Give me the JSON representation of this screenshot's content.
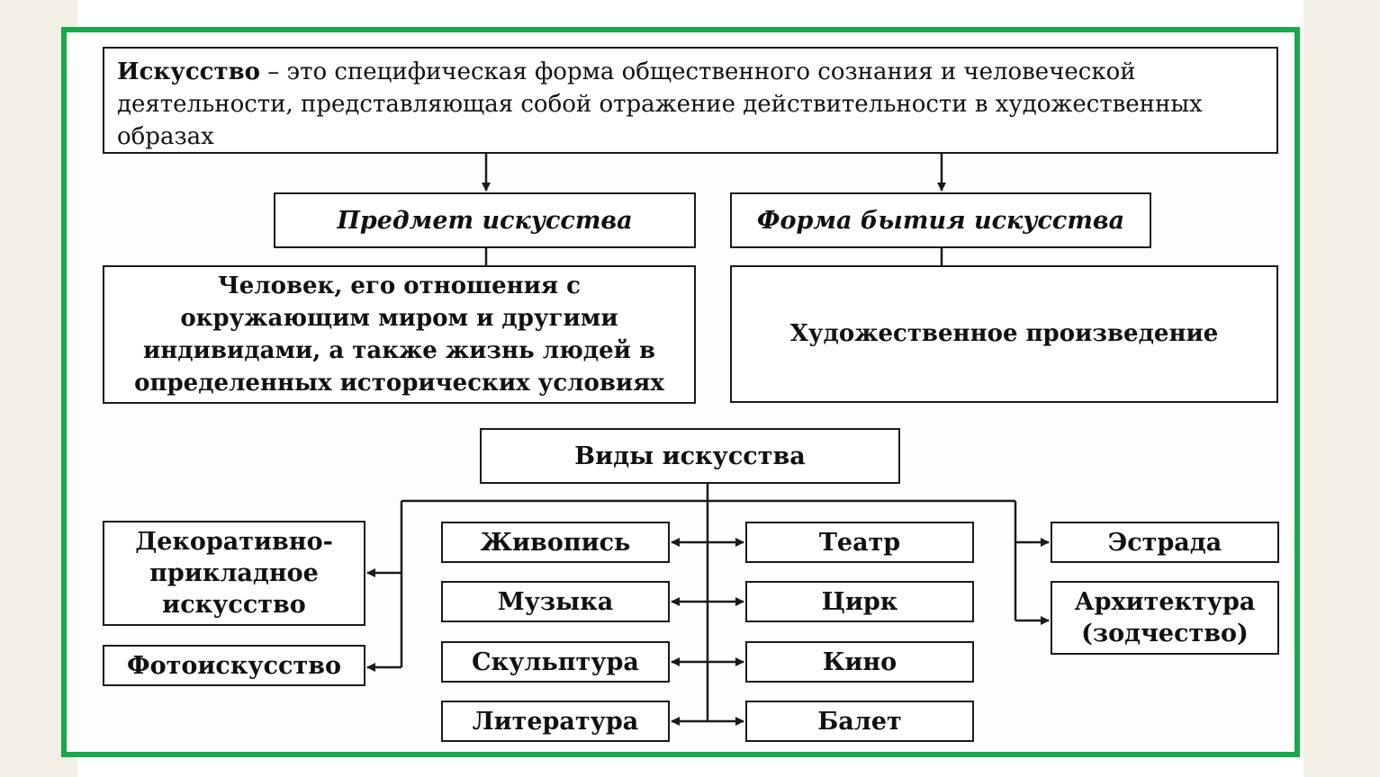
{
  "definition": {
    "term": "Искусство",
    "text": " – это специфическая форма общественного сознания и человеческой деятельности, представляющая собой отражение действительности в художественных образах"
  },
  "subject": {
    "title": "Предмет искусства",
    "text": "Человек, его отношения с окружающим миром и другими индивидами, а также жизнь людей в определенных исторических условиях"
  },
  "form": {
    "title": "Форма бытия искусства",
    "text": "Художественное произведение"
  },
  "kinds": {
    "title": "Виды искусства",
    "left": [
      "Декоративно-прикладное искусство",
      "Фотоискусство"
    ],
    "center_left": [
      "Живопись",
      "Музыка",
      "Скульптура",
      "Литература"
    ],
    "center_right": [
      "Театр",
      "Цирк",
      "Кино",
      "Балет"
    ],
    "right": [
      "Эстрада",
      "Архитектура (зодчество)"
    ]
  },
  "colors": {
    "frame": "#19a84c",
    "ink": "#1a1a1a"
  }
}
